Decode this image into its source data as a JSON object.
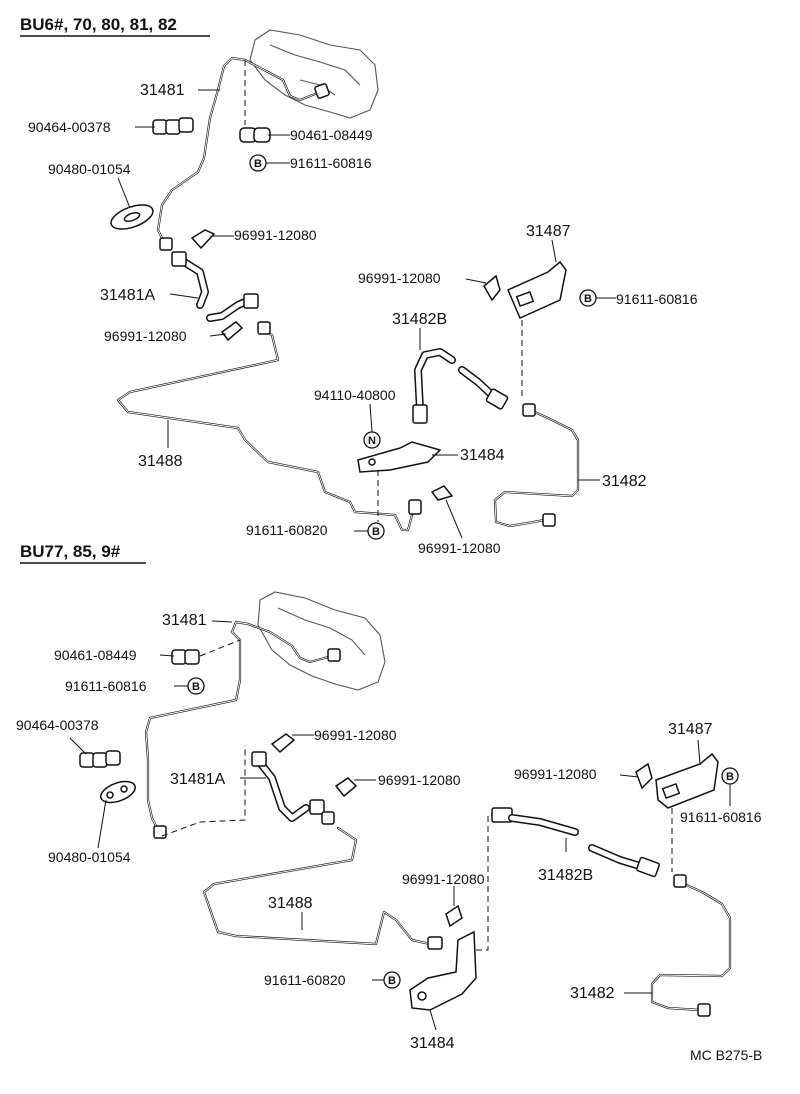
{
  "sections": {
    "top": "BU6#, 70, 80, 81, 82",
    "bottom": "BU77, 85, 9#"
  },
  "top": {
    "p31481": "31481",
    "p90464": "90464-00378",
    "p90480": "90480-01054",
    "p90461": "90461-08449",
    "p91611a": "91611-60816",
    "p96991a": "96991-12080",
    "p31481A": "31481A",
    "p96991b": "96991-12080",
    "p31488": "31488",
    "p31487": "31487",
    "p96991c": "96991-12080",
    "p91611b": "91611-60816",
    "p31482B": "31482B",
    "p94110": "94110-40800",
    "p31484": "31484",
    "p31482": "31482",
    "p91611c": "91611-60820",
    "p96991d": "96991-12080"
  },
  "bottom": {
    "p31481": "31481",
    "p90461": "90461-08449",
    "p91611a": "91611-60816",
    "p90464": "90464-00378",
    "p90480": "90480-01054",
    "p96991a": "96991-12080",
    "p31481A": "31481A",
    "p96991b": "96991-12080",
    "p31487": "31487",
    "p96991c": "96991-12080",
    "p91611b": "91611-60816",
    "p96991d": "96991-12080",
    "p31482B": "31482B",
    "p31488": "31488",
    "p91611c": "91611-60820",
    "p31484": "31484",
    "p31482": "31482"
  },
  "markers": {
    "B": "B",
    "N": "N"
  },
  "footer": "MC B275-B"
}
